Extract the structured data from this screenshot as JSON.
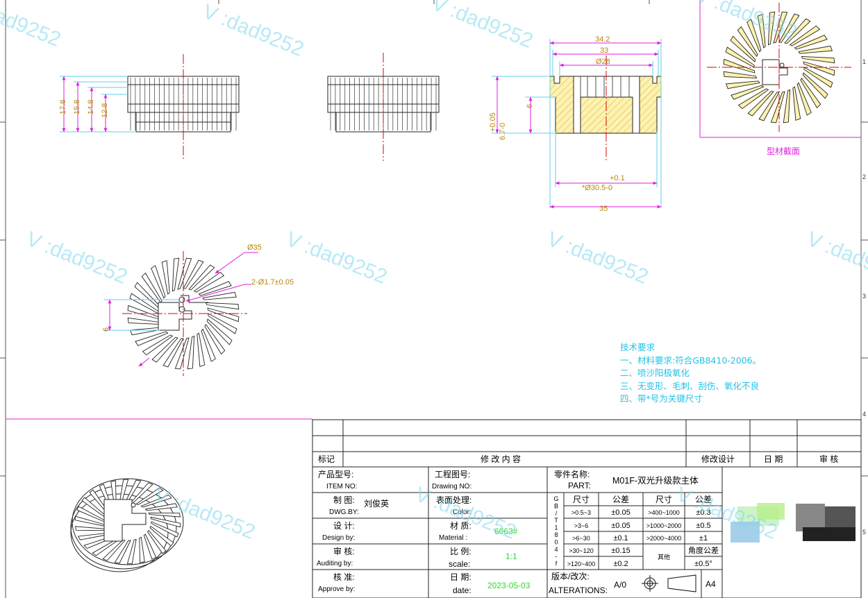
{
  "watermark": "V :dad9252",
  "dimensions": {
    "front_heights": [
      "17.8",
      "15.8",
      "14.8",
      "12.8"
    ],
    "section_top_widths": [
      "34.2",
      "33",
      "Ø28"
    ],
    "section_tol_left_a": "+0.05",
    "section_tol_left_b": "6.7-0",
    "section_depth": "6",
    "section_bore_tol": "+0.1",
    "section_bore": "*Ø30.5-0",
    "section_overall": "35",
    "top_dia": "Ø35",
    "top_holes": "2-Ø1.7±0.05",
    "top_offset": "6"
  },
  "profile_caption": "型材截面",
  "tech": {
    "title": "技术要求",
    "items": [
      "一、材料要求:符合GB8410-2006。",
      "二、喷沙阳极氧化",
      "三、无变形、毛刺、刮伤、氧化不良",
      "四、带*号为关键尺寸"
    ]
  },
  "border_marks_right": [
    "1",
    "2",
    "3",
    "4",
    "5"
  ],
  "title_block": {
    "rev_mark": "标记",
    "rev_content": "修 改 内 容",
    "rev_design": "修改设计",
    "rev_date": "日 期",
    "rev_audit": "审 核",
    "product_model": "产品型号:",
    "item_no": "ITEM NO:",
    "drawing_no_cn": "工程图号:",
    "drawing_no_en": "Drawing NO:",
    "part_name_cn": "零件名称:",
    "part_en": "PART:",
    "part_value": "M01F-双光升级款主体",
    "drawn_cn": "制 图:",
    "drawn_en": "DWG.BY:",
    "drawn_value": "刘俊英",
    "surface_cn": "表面处理:",
    "surface_en": "Color:",
    "design_cn": "设 计:",
    "design_en": "Design by:",
    "material_cn": "材 质:",
    "material_en": "Material :",
    "material_value": "6063#",
    "audit_cn": "审 核:",
    "audit_en": "Auditing by:",
    "scale_cn": "比 例:",
    "scale_en": "scale:",
    "scale_value": "1:1",
    "approve_cn": "核 准:",
    "approve_en": "Approve by:",
    "date_cn": "日 期:",
    "date_en": "date:",
    "date_value": "2023-05-03",
    "version_cn": "版本/改次:",
    "version_en": "ALTERATIONS:",
    "version_value": "A/0",
    "sheet_size": "A4",
    "gb_vertical": [
      "G",
      "B",
      "/",
      "T",
      "1",
      "8",
      "0",
      "4",
      "-",
      "f"
    ],
    "tol_headers": [
      "尺寸",
      "公差",
      "尺寸",
      "公差"
    ],
    "tol_rows": [
      [
        ">0.5~3",
        "±0.05",
        ">400~1000",
        "±0.3"
      ],
      [
        ">3~6",
        "±0.05",
        ">1000~2000",
        "±0.5"
      ],
      [
        ">6~30",
        "±0.1",
        ">2000~4000",
        "±1"
      ],
      [
        ">30~120",
        "±0.15",
        "其他",
        "角度公差"
      ],
      [
        ">120~400",
        "±0.2",
        "",
        "±0.5°"
      ]
    ]
  }
}
